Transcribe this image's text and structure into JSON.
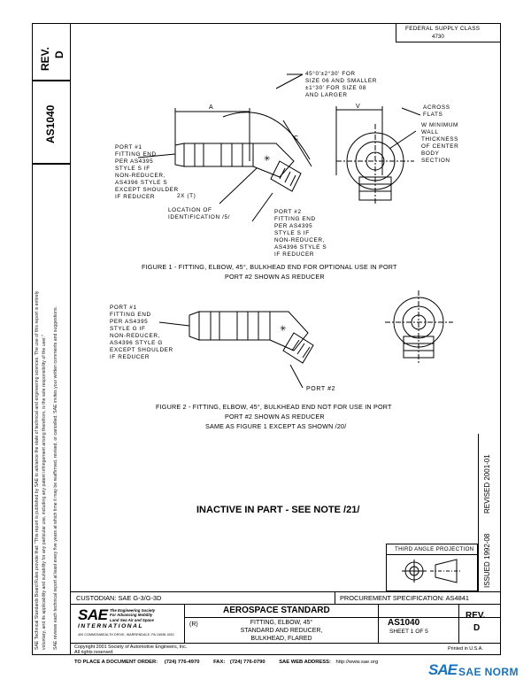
{
  "left_column": {
    "rev_label": "REV.",
    "rev_value": "D",
    "doc_number": "AS1040",
    "disclaimer_lines": [
      "SAE Technical Standards Board Rules provide that: \"This report is published by SAE to advance the state of technical and engineering sciences. The use of this report is entirely",
      "voluntary, and its applicability and suitability for any particular use, including any patent infringement arising therefrom, is the sole responsibility of the user.\"",
      "SAE reviews each technical report at least every five years at which time it may be reaffirmed, revised, or cancelled. SAE invites your written comments and suggestions."
    ]
  },
  "header": {
    "federal_supply_class_label": "FEDERAL SUPPLY CLASS",
    "federal_supply_class_value": "4730"
  },
  "figure1": {
    "callout_angle": [
      "45°0'±2°30' FOR",
      "SIZE 06 AND SMALLER",
      "±1°30' FOR SIZE 08",
      "AND LARGER"
    ],
    "dim_a": "A",
    "dim_c": "C",
    "dim_v": "V",
    "across_flats": [
      "ACROSS",
      "FLATS"
    ],
    "wall_note": [
      "W MINIMUM",
      "WALL",
      "THICKNESS",
      "OF CENTER",
      "BODY",
      "SECTION"
    ],
    "port1_note": [
      "PORT #1",
      "FITTING END",
      "PER AS4395",
      "STYLE S IF",
      "NON-REDUCER,",
      "AS4396 STYLE S",
      "EXCEPT SHOULDER",
      "IF REDUCER"
    ],
    "place_note": "2X (T)",
    "location_note": [
      "LOCATION OF",
      "IDENTIFICATION /5/"
    ],
    "port2_note": [
      "PORT #2",
      "FITTING END",
      "PER AS4395",
      "STYLE S IF",
      "NON-REDUCER,",
      "AS4396 STYLE S",
      "IF REDUCER"
    ],
    "caption_line1": "FIGURE 1 - FITTING, ELBOW, 45°, BULKHEAD END FOR OPTIONAL USE IN PORT",
    "caption_line2": "PORT #2 SHOWN AS REDUCER"
  },
  "figure2": {
    "port1_note": [
      "PORT #1",
      "FITTING END",
      "PER AS4395",
      "STYLE G IF",
      "NON-REDUCER,",
      "AS4396 STYLE G",
      "EXCEPT SHOULDER",
      "IF REDUCER"
    ],
    "port2_label": "PORT #2",
    "caption_line1": "FIGURE 2 - FITTING, ELBOW, 45°, BULKHEAD END NOT FOR USE IN PORT",
    "caption_line2": "PORT #2 SHOWN AS REDUCER",
    "caption_line3": "SAME AS FIGURE 1 EXCEPT AS SHOWN /20/"
  },
  "inactive_notice": "INACTIVE IN PART - SEE NOTE /21/",
  "revision_strip": {
    "issued": "ISSUED 1992-08",
    "revised": "REVISED 2001-01"
  },
  "projection_box": {
    "label": "THIRD ANGLE PROJECTION"
  },
  "title_block": {
    "custodian": "CUSTODIAN:  SAE G-3/G-3D",
    "procurement": "PROCUREMENT SPECIFICATION: AS4841",
    "sae_logo_text": "SAE",
    "sae_international": "INTERNATIONAL",
    "sae_tagline": [
      "The Engineering Society",
      "For Advancing Mobility",
      "Land Sea Air and Space"
    ],
    "sae_address": "400 COMMONWEALTH DRIVE, WARRENDALE, PA 15096-0001",
    "aerospace_standard": "AEROSPACE STANDARD",
    "r_marker": "(R)",
    "title_lines": [
      "FITTING, ELBOW, 45°",
      "STANDARD AND REDUCER,",
      "BULKHEAD, FLARED"
    ],
    "doc_number": "AS1040",
    "sheet": "SHEET 1 OF 5",
    "rev_label": "REV.",
    "rev_value": "D"
  },
  "footer": {
    "copyright": "Copyright 2001 Society of Automotive Engineers, Inc.",
    "rights": "All rights reserved.",
    "printed": "Printed in U.S.A.",
    "order_label": "TO PLACE A DOCUMENT ORDER:",
    "order_phone": "(724) 776-4970",
    "fax_label": "FAX:",
    "fax_phone": "(724) 776-0790",
    "web_label": "SAE WEB ADDRESS:",
    "web_value": "http://www.sae.org"
  },
  "watermark": {
    "badge_text": "SAE",
    "text": "SAE NORM"
  }
}
